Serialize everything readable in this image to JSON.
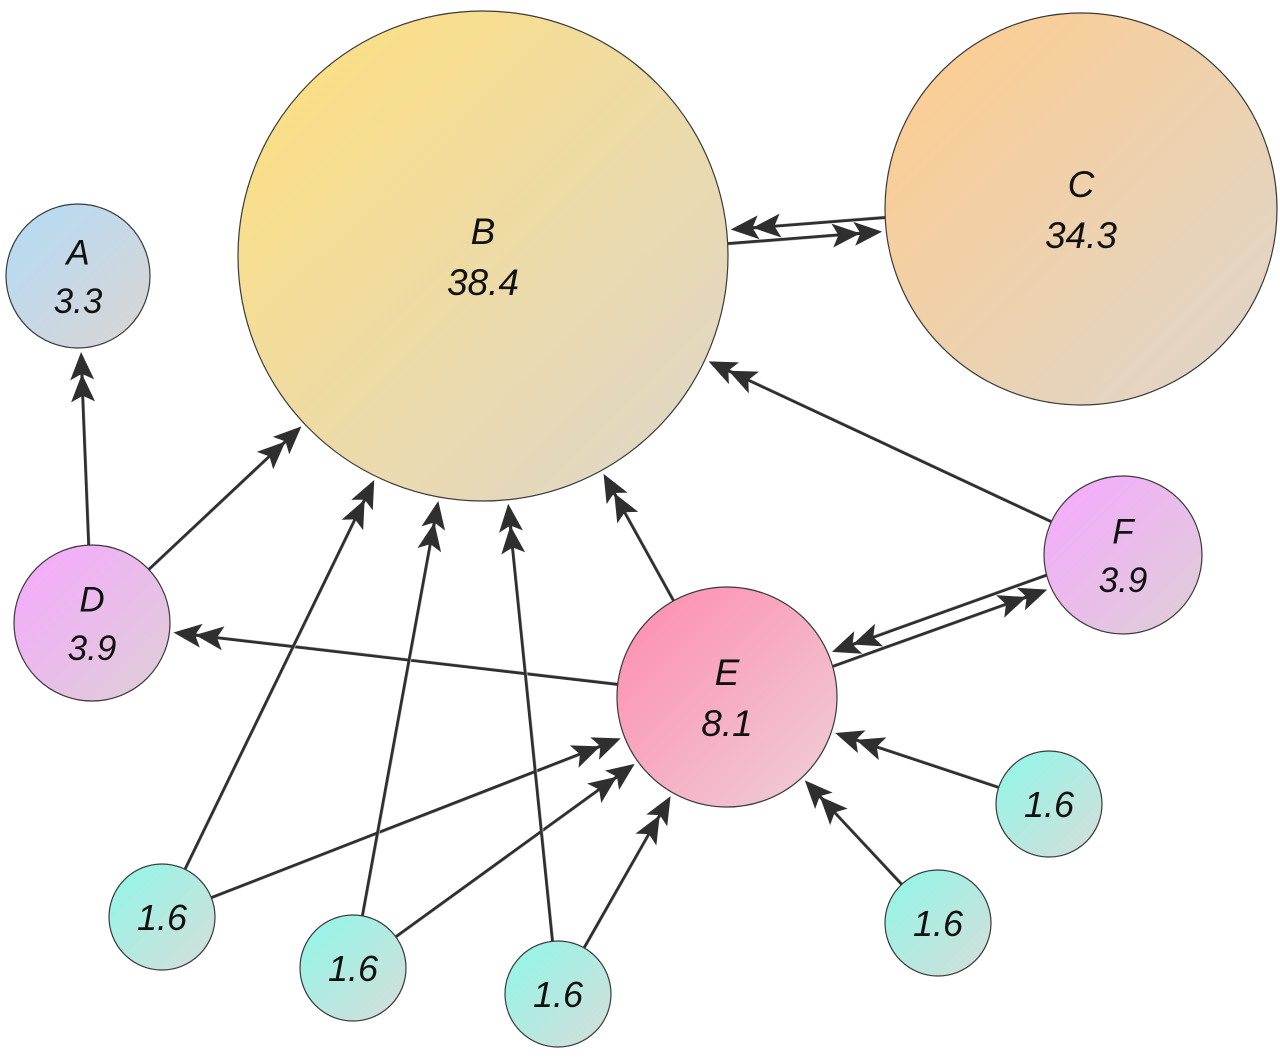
{
  "nodes": [
    {
      "id": "A",
      "label": "A",
      "value": "3.3",
      "fill_start": "#b2dcf7",
      "fill_end": "#dbd4d2"
    },
    {
      "id": "B",
      "label": "B",
      "value": "38.4",
      "fill_start": "#ffe07c",
      "fill_end": "#ddd6cd"
    },
    {
      "id": "C",
      "label": "C",
      "value": "34.3",
      "fill_start": "#ffcc8c",
      "fill_end": "#ddd6cd"
    },
    {
      "id": "D",
      "label": "D",
      "value": "3.9",
      "fill_start": "#f6a8ff",
      "fill_end": "#ddd0d6"
    },
    {
      "id": "E",
      "label": "E",
      "value": "8.1",
      "fill_start": "#ff8ab0",
      "fill_end": "#eed0d8"
    },
    {
      "id": "F",
      "label": "F",
      "value": "3.9",
      "fill_start": "#f6a8ff",
      "fill_end": "#ddd0d6"
    },
    {
      "id": "L1",
      "label": "",
      "value": "1.6",
      "fill_start": "#8ff7e9",
      "fill_end": "#d6ddd8"
    },
    {
      "id": "L2",
      "label": "",
      "value": "1.6",
      "fill_start": "#8ff7e9",
      "fill_end": "#d6ddd8"
    },
    {
      "id": "L3",
      "label": "",
      "value": "1.6",
      "fill_start": "#8ff7e9",
      "fill_end": "#d6ddd8"
    },
    {
      "id": "L4",
      "label": "",
      "value": "1.6",
      "fill_start": "#8ff7e9",
      "fill_end": "#d6ddd8"
    },
    {
      "id": "L5",
      "label": "",
      "value": "1.6",
      "fill_start": "#8ff7e9",
      "fill_end": "#d6ddd8"
    }
  ],
  "edges": [
    {
      "from": "B",
      "to": "C"
    },
    {
      "from": "C",
      "to": "B"
    },
    {
      "from": "D",
      "to": "A"
    },
    {
      "from": "D",
      "to": "B"
    },
    {
      "from": "E",
      "to": "B"
    },
    {
      "from": "E",
      "to": "D"
    },
    {
      "from": "E",
      "to": "F"
    },
    {
      "from": "F",
      "to": "E"
    },
    {
      "from": "F",
      "to": "B"
    },
    {
      "from": "L1",
      "to": "B"
    },
    {
      "from": "L1",
      "to": "E"
    },
    {
      "from": "L2",
      "to": "B"
    },
    {
      "from": "L2",
      "to": "E"
    },
    {
      "from": "L3",
      "to": "B"
    },
    {
      "from": "L3",
      "to": "E"
    },
    {
      "from": "L4",
      "to": "E"
    },
    {
      "from": "L5",
      "to": "E"
    }
  ]
}
